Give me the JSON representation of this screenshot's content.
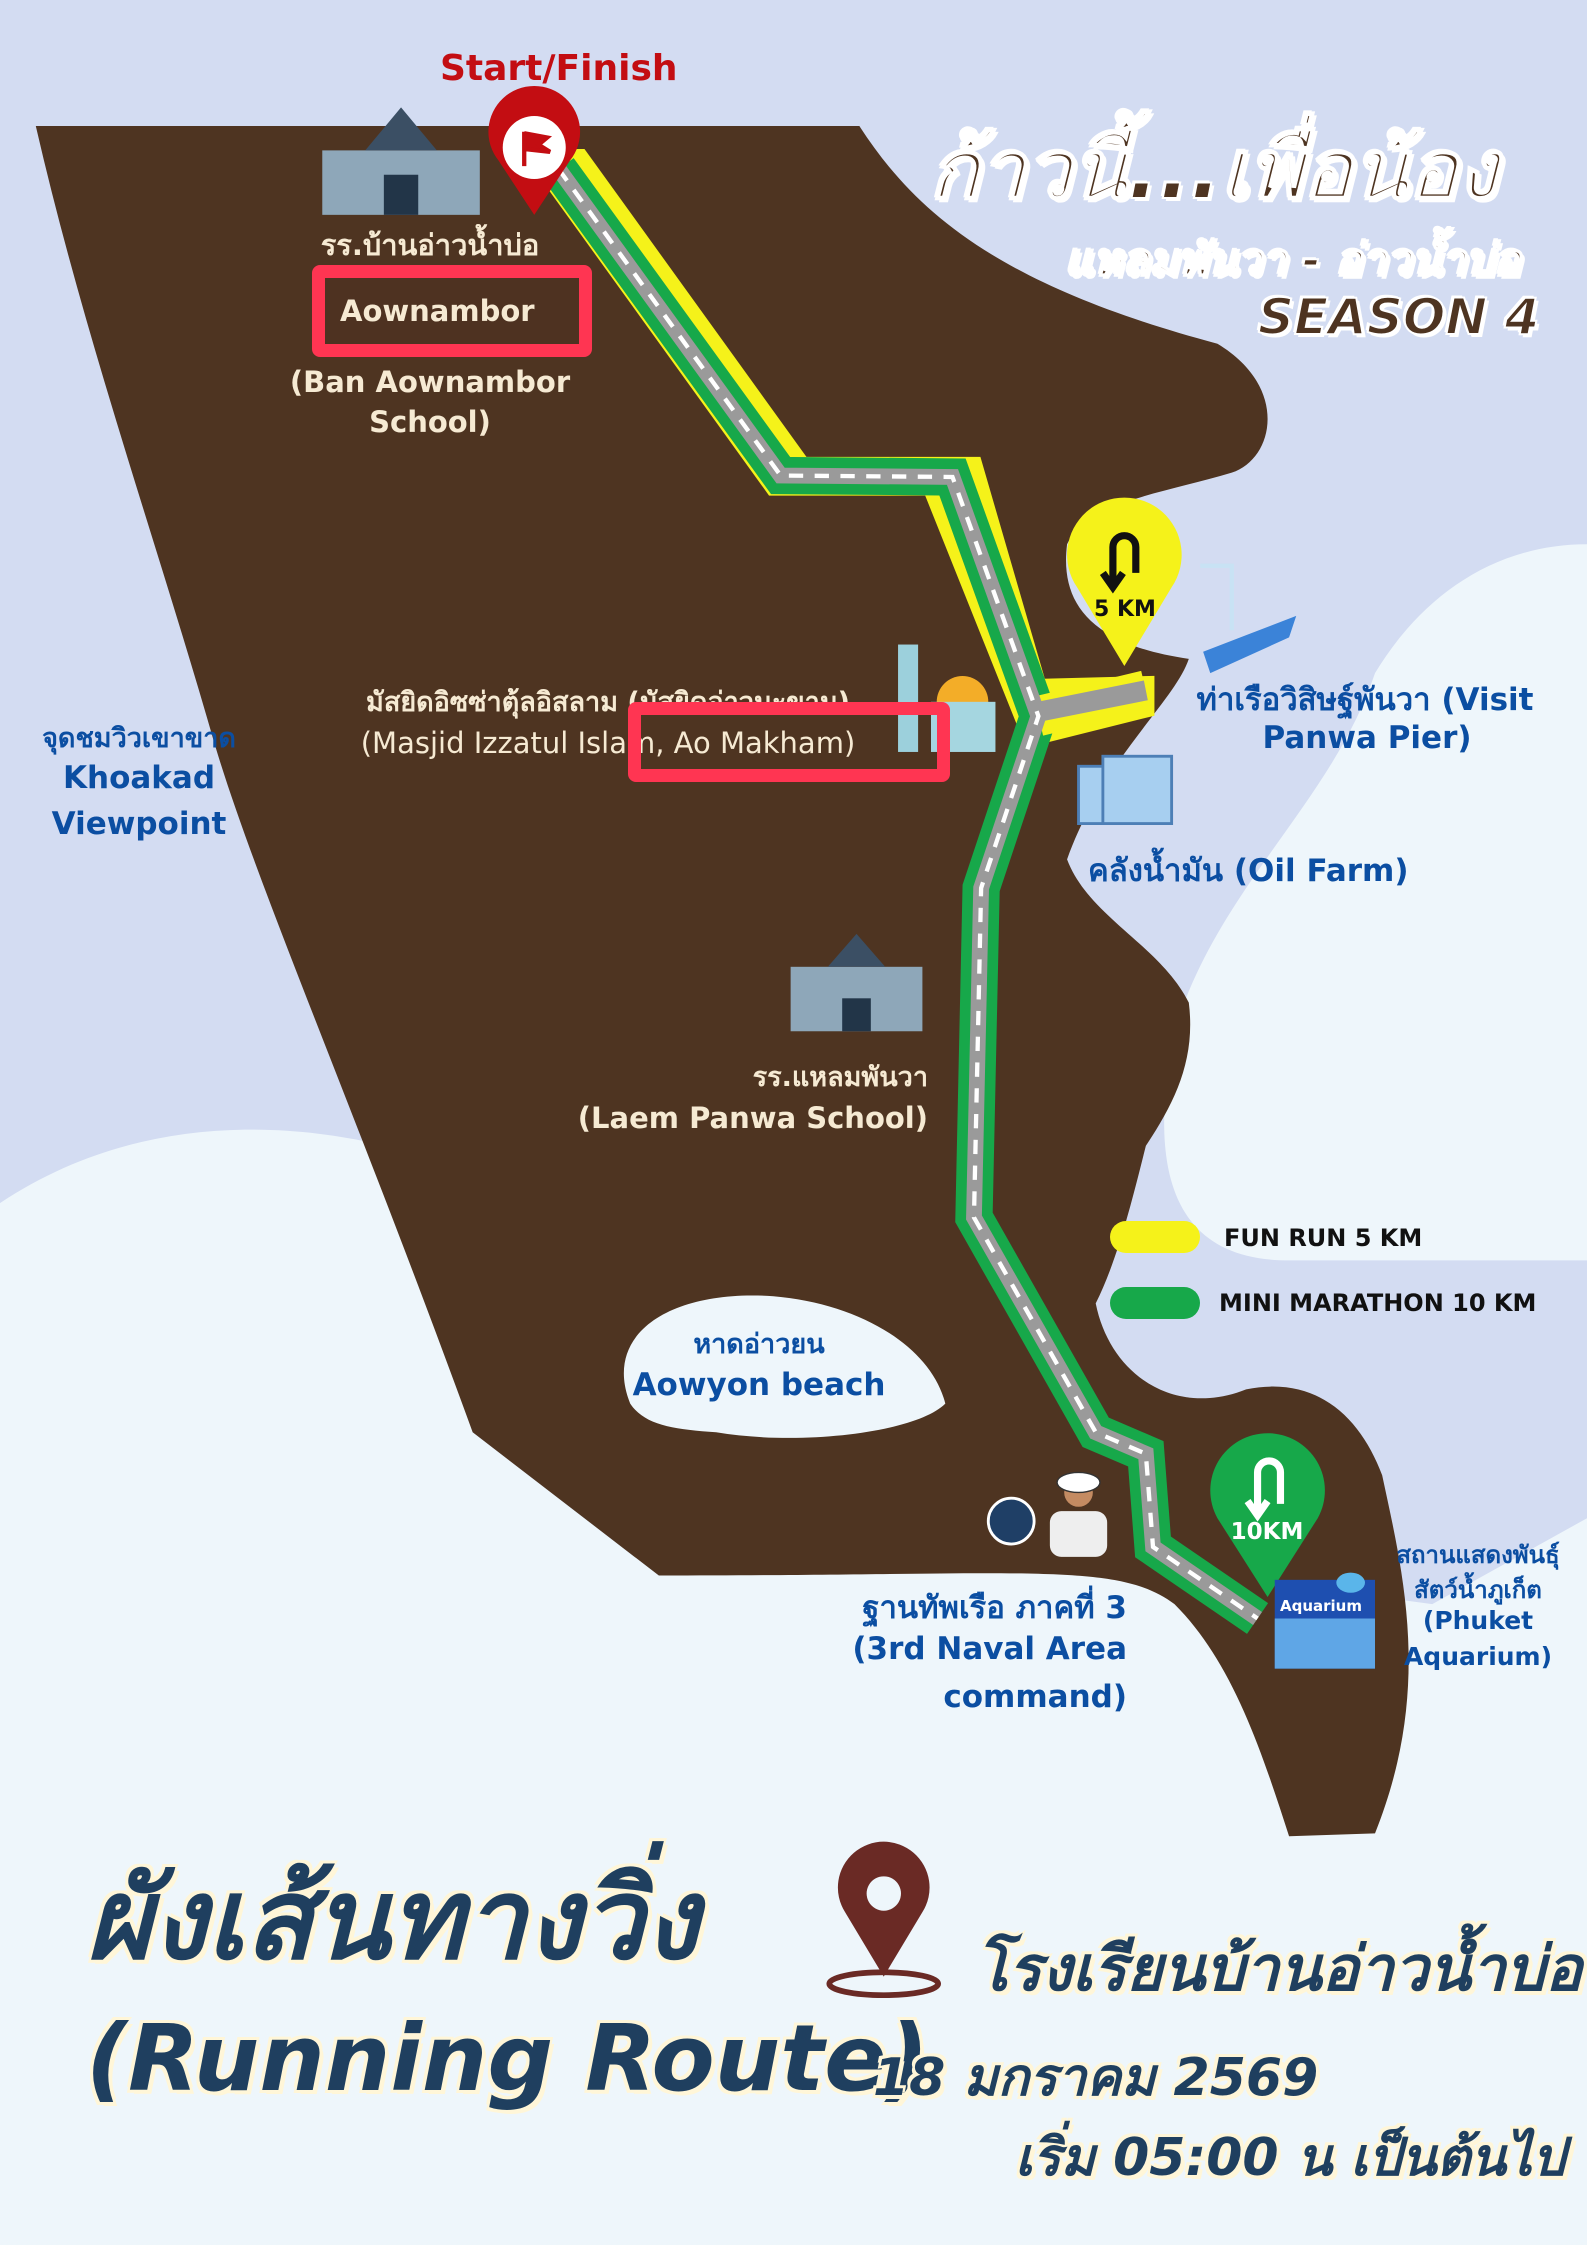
{
  "header": {
    "title": "ก้าวนี้...เพื่อน้อง",
    "subtitle": "แหลมพันวา - อ่าวน้ำบ่อ",
    "season": "SEASON 4"
  },
  "markers": {
    "start_finish": "Start/Finish",
    "turn_5km": "5 KM",
    "turn_10km": "10KM"
  },
  "places": {
    "school_start": {
      "th": "รร.บ้านอ่าวน้ำบ่อ",
      "en_line1": "(Ban Aownambor",
      "en_line2": "School)",
      "highlight": "Aownambor"
    },
    "mosque": {
      "th": "มัสยิดอิซซ่าตุ้ลอิสลาม (มัสยิดอ่าวมะขาม)",
      "en": "(Masjid Izzatul Islam, Ao Makham)"
    },
    "pier": {
      "line1": "ท่าเรือวิสิษฐ์พันวา (Visit",
      "line2": "Panwa Pier)"
    },
    "oil_farm": "คลังน้ำมัน (Oil Farm)",
    "viewpoint": {
      "th": "จุดชมวิวเขาขาด",
      "en1": "Khoakad",
      "en2": "Viewpoint"
    },
    "laem_panwa_school": {
      "th": "รร.แหลมพันวา",
      "en": "(Laem Panwa School)"
    },
    "aowyon": {
      "th": "หาดอ่าวยน",
      "en": "Aowyon beach"
    },
    "naval": {
      "th": "ฐานทัพเรือ ภาคที่ 3",
      "en1": "(3rd Naval Area",
      "en2": "command)"
    },
    "aquarium": {
      "th1": "สถานแสดงพันธุ์",
      "th2": "สัตว์น้ำภูเก็ต",
      "en1": "(Phuket",
      "en2": "Aquarium)",
      "sign": "Aquarium"
    }
  },
  "legend": [
    {
      "label": "FUN RUN 5 KM",
      "color": "#f5f21a"
    },
    {
      "label": "MINI MARATHON 10 KM",
      "color": "#17a84a"
    }
  ],
  "footer": {
    "title_th": "ผังเส้นทางวิ่ง",
    "title_en": "(Running Route)",
    "venue": "โรงเรียนบ้านอ่าวน้ำบ่อ",
    "date": "18 มกราคม 2569",
    "time": "เริ่ม 05:00 น เป็นต้นไป"
  },
  "colors": {
    "land": "#4e3421",
    "sea": "#d3dcf2",
    "light": "#eef6fb",
    "highlight": "#ff3552",
    "label_blue": "#0b4ea2"
  }
}
